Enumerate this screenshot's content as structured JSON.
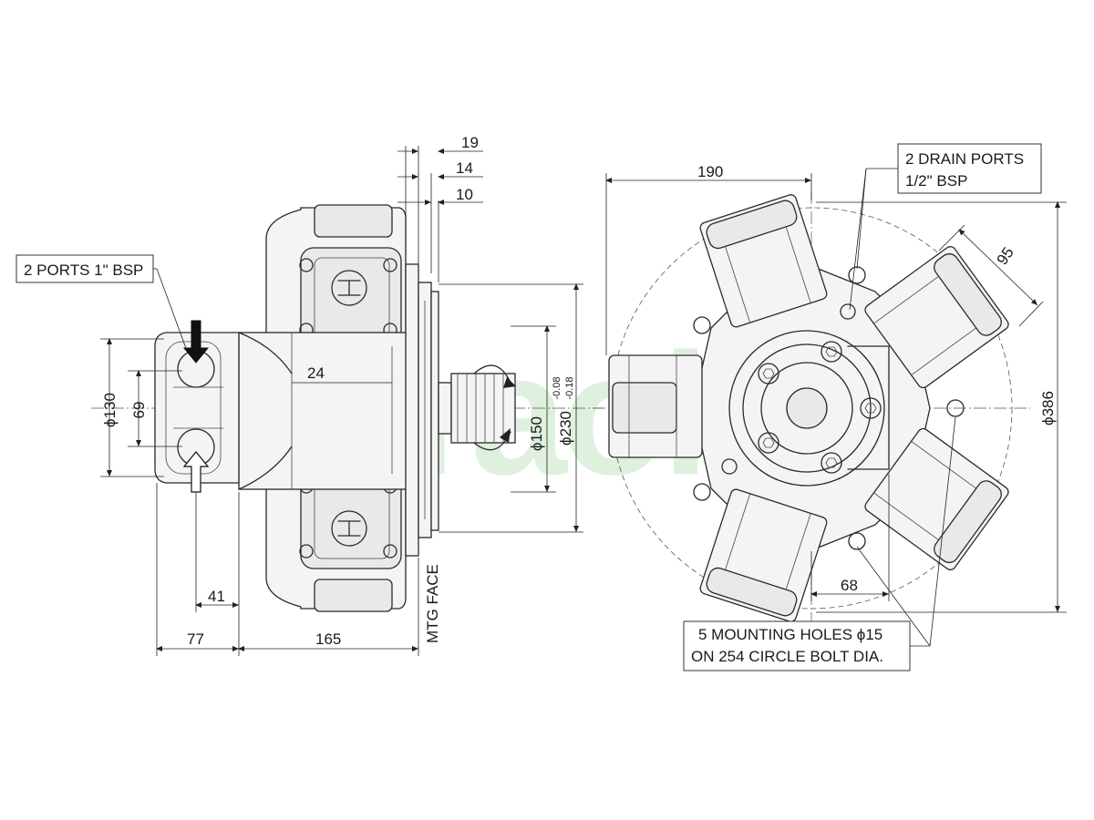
{
  "watermark": "Hidraoil",
  "callouts": {
    "inlet_ports": "2 PORTS 1\" BSP",
    "drain_ports_1": "2 DRAIN PORTS",
    "drain_ports_2": "1/2\" BSP",
    "mounting_holes_1": "5 MOUNTING HOLES ϕ15",
    "mounting_holes_2": "ON 254 CIRCLE BOLT DIA.",
    "mtg_face": "MTG FACE"
  },
  "side_view": {
    "dim_19": "19",
    "dim_14": "14",
    "dim_10": "10",
    "dim_24": "24",
    "dim_41": "41",
    "dim_77": "77",
    "dim_165": "165",
    "dim_d130": "ϕ130",
    "dim_69": "69",
    "dim_d150": "ϕ150",
    "dim_d230": "ϕ230",
    "tol_upper": "-0.08",
    "tol_lower": "-0.18"
  },
  "front_view": {
    "dim_190": "190",
    "dim_95": "95",
    "dim_d386": "ϕ386",
    "dim_68": "68"
  }
}
